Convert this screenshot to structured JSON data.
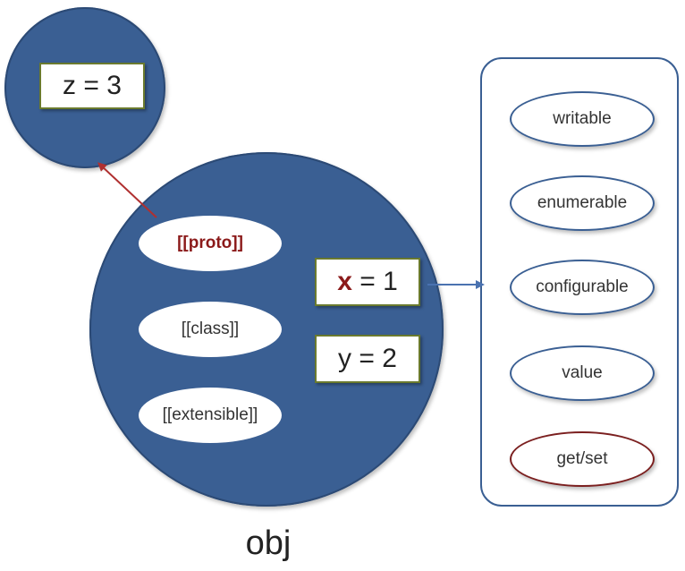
{
  "prototype": {
    "property": {
      "name": "z",
      "op": "=",
      "value": "3"
    }
  },
  "object": {
    "label": "obj",
    "internal_slots": [
      "[[proto]]",
      "[[class]]",
      "[[extensible]]"
    ],
    "properties": [
      {
        "name": "x",
        "op": "=",
        "value": "1"
      },
      {
        "name": "y",
        "op": "=",
        "value": "2"
      }
    ]
  },
  "attributes": [
    "writable",
    "enumerable",
    "configurable",
    "value",
    "get/set"
  ],
  "colors": {
    "circle_fill": "#3a5f93",
    "accent": "#8b1a1a",
    "box_border": "#6a7a2e",
    "panel_border": "#3a5f93",
    "arrow_red": "#b03030",
    "arrow_blue": "#4a72b0"
  }
}
